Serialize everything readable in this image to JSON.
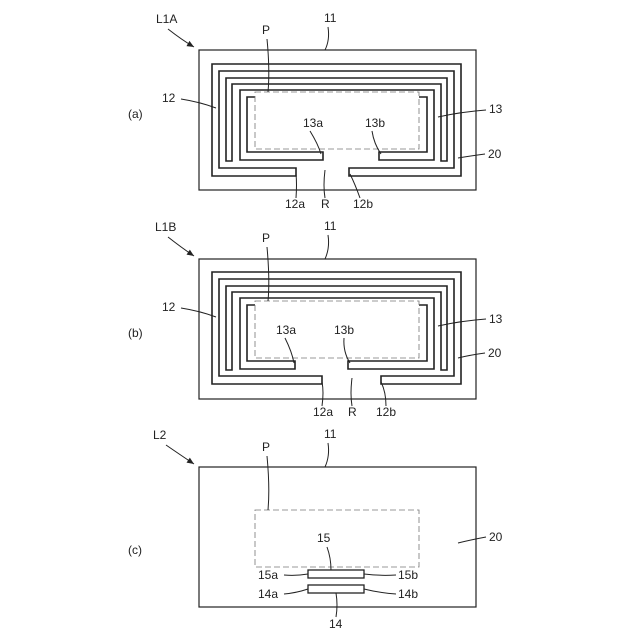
{
  "figure": {
    "panel_a": {
      "panel_label": "(a)",
      "name": "L1A",
      "labels": {
        "element": "11",
        "portion": "P",
        "coil_outer": "12",
        "coil_inner": "13",
        "body": "20",
        "inner_end_a": "13a",
        "inner_end_b": "13b",
        "outer_end_a": "12a",
        "outer_end_b": "12b",
        "region": "R"
      }
    },
    "panel_b": {
      "panel_label": "(b)",
      "name": "L1B",
      "labels": {
        "element": "11",
        "portion": "P",
        "coil_outer": "12",
        "coil_inner": "13",
        "body": "20",
        "inner_end_a": "13a",
        "inner_end_b": "13b",
        "outer_end_a": "12a",
        "outer_end_b": "12b",
        "region": "R"
      }
    },
    "panel_c": {
      "panel_label": "(c)",
      "name": "L2",
      "labels": {
        "element": "11",
        "portion": "P",
        "body": "20",
        "conductor_upper": "15",
        "upper_end_a": "15a",
        "upper_end_b": "15b",
        "conductor_lower": "14",
        "lower_end_a": "14a",
        "lower_end_b": "14b"
      }
    },
    "colors": {
      "stroke": "#222222",
      "fill": "#ffffff",
      "stipple": "#777777"
    }
  }
}
